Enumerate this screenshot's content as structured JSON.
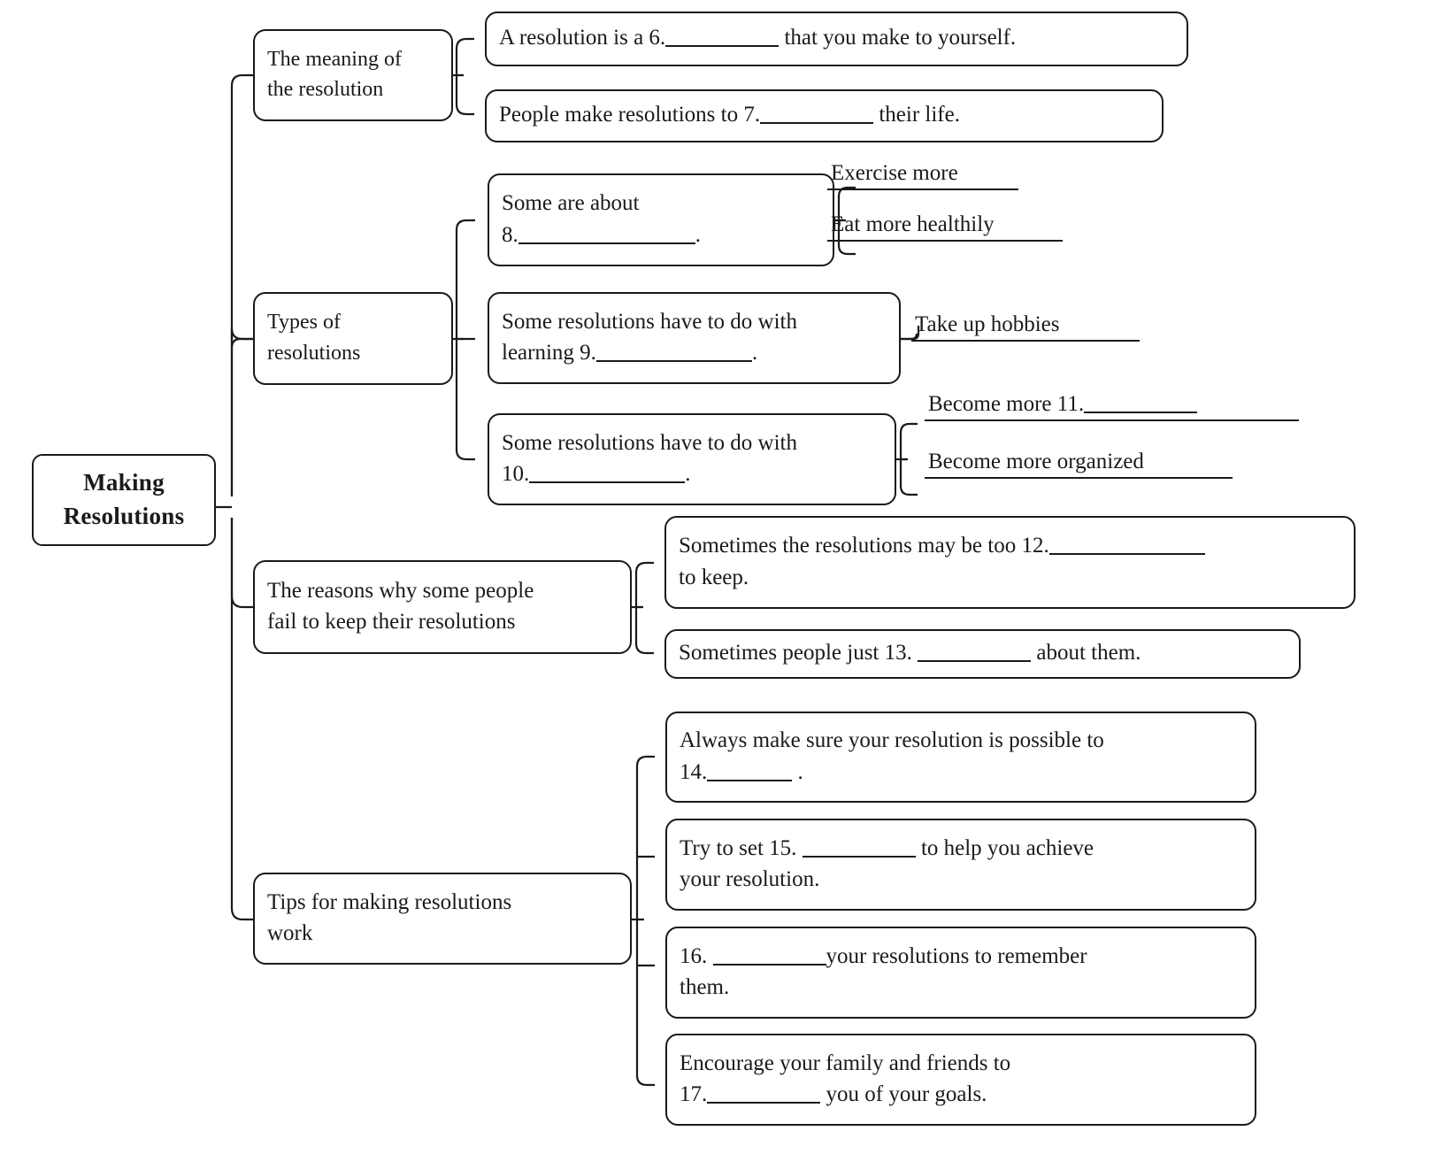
{
  "diagram": {
    "type": "mind-map",
    "title": "Making Resolutions",
    "root": {
      "line1": "Making",
      "line2": "Resolutions"
    },
    "branches": [
      {
        "id": "meaning",
        "line1": "The meaning of",
        "line2": "the resolution",
        "children": [
          {
            "id": "m1",
            "pre": "A resolution is a 6.",
            "post": " that you make to yourself."
          },
          {
            "id": "m2",
            "pre": "People make resolutions to 7.",
            "post": " their life."
          }
        ]
      },
      {
        "id": "types",
        "line1": "Types of",
        "line2": "resolutions",
        "children": [
          {
            "id": "t1",
            "line1": "Some are about",
            "pre2": "8.",
            "post2": ".",
            "leaves": [
              "Exercise more",
              "Eat more healthily"
            ]
          },
          {
            "id": "t2",
            "line1": "Some resolutions have to do with",
            "pre2": "learning 9.",
            "post2": ".",
            "leaves": [
              "Take up hobbies"
            ]
          },
          {
            "id": "t3",
            "line1": "Some resolutions have to do with",
            "pre2": "10.",
            "post2": ".",
            "leaves": [
              "Become more 11.",
              "Become more organized"
            ]
          }
        ]
      },
      {
        "id": "reasons",
        "line1": "The reasons why some people",
        "line2": "fail to keep their resolutions",
        "children": [
          {
            "id": "r1",
            "pre": "Sometimes the resolutions may be too 12.",
            "post": "",
            "line2": "to keep."
          },
          {
            "id": "r2",
            "pre": "Sometimes people just 13.",
            "post": " about them."
          }
        ]
      },
      {
        "id": "tips",
        "line1": "Tips for making resolutions",
        "line2": "work",
        "children": [
          {
            "id": "p1",
            "line1": "Always make sure your resolution is possible to",
            "pre2": "14.",
            "post2": "."
          },
          {
            "id": "p2",
            "pre": "Try to set 15.",
            "post": " to help you achieve",
            "line2": "your resolution."
          },
          {
            "id": "p3",
            "pre": "16.",
            "post": "your resolutions to remember",
            "line2": "them."
          },
          {
            "id": "p4",
            "line1": "Encourage your family and friends to",
            "pre2": "17.",
            "post2": " you of your goals."
          }
        ]
      }
    ]
  },
  "colors": {
    "ink": "#1a1a1a",
    "paper": "#ffffff"
  }
}
